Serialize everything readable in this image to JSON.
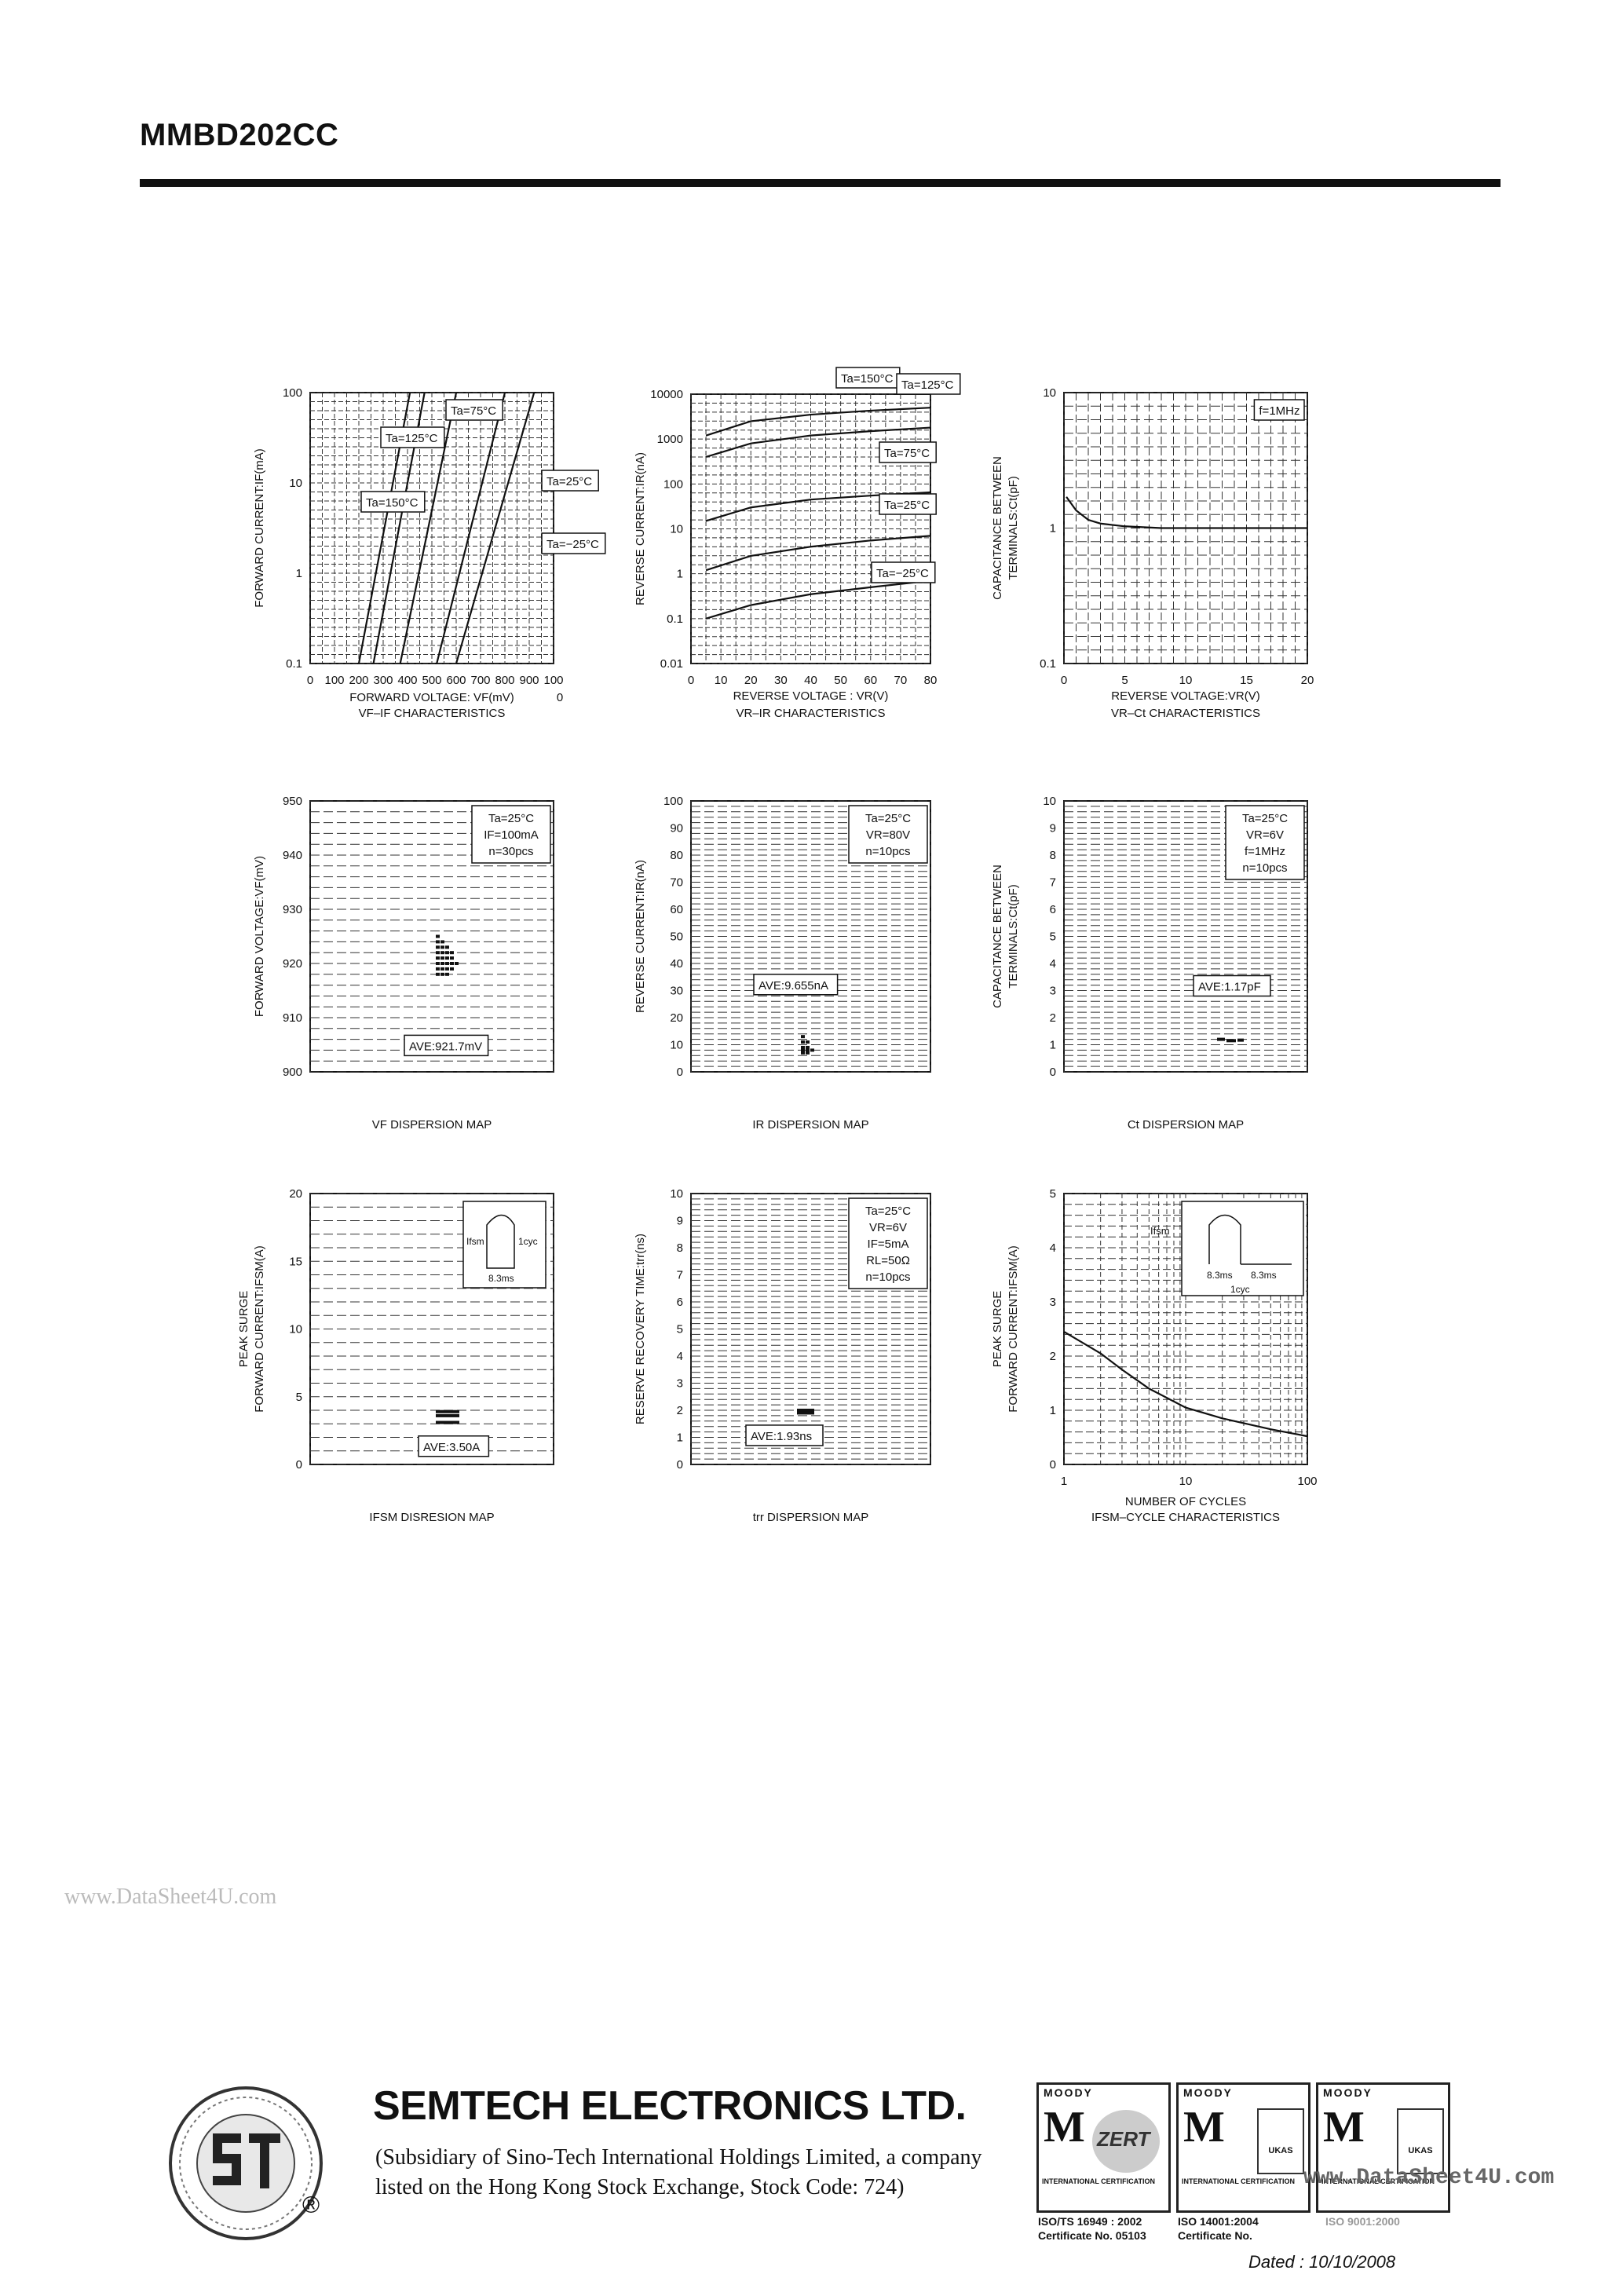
{
  "document": {
    "title": "MMBD202CC"
  },
  "charts": [
    {
      "id": "vf-if",
      "type": "line",
      "log_y": true,
      "yticks": [
        "100",
        "10",
        "1",
        "0.1"
      ],
      "xticks": [
        "0",
        "100",
        "200",
        "300",
        "400",
        "500",
        "600",
        "700",
        "800",
        "900",
        "100"
      ],
      "x_extra": "0",
      "ylabel": "FORWARD CURRENT:IF(mA)",
      "xlabel": "FORWARD VOLTAGE: VF(mV)",
      "subtitle": "VF–IF CHARACTERISTICS",
      "annotations": [
        "Ta=75°C",
        "Ta=125°C",
        "Ta=150°C",
        "Ta=25°C",
        "Ta=−25°C"
      ]
    },
    {
      "id": "vr-ir",
      "type": "line",
      "log_y": true,
      "yticks": [
        "10000",
        "1000",
        "100",
        "10",
        "1",
        "0.1",
        "0.01"
      ],
      "xticks": [
        "0",
        "10",
        "20",
        "30",
        "40",
        "50",
        "60",
        "70",
        "80"
      ],
      "ylabel": "REVERSE CURRENT:IR(nA)",
      "xlabel": "REVERSE VOLTAGE : VR(V)",
      "subtitle": "VR–IR CHARACTERISTICS",
      "annotations": [
        "Ta=150°C",
        "Ta=125°C",
        "Ta=75°C",
        "Ta=25°C",
        "Ta=−25°C"
      ]
    },
    {
      "id": "vr-ct",
      "type": "line",
      "log_y": true,
      "yticks": [
        "10",
        "1",
        "0.1"
      ],
      "xticks": [
        "0",
        "5",
        "10",
        "15",
        "20"
      ],
      "ylabel": "CAPACITANCE BETWEEN TERMINALS:Ct(pF)",
      "ylabel_lines": [
        "CAPACITANCE BETWEEN",
        "TERMINALS:Ct(pF)"
      ],
      "xlabel": "REVERSE VOLTAGE:VR(V)",
      "subtitle": "VR–Ct CHARACTERISTICS",
      "annotations": [
        "f=1MHz"
      ]
    },
    {
      "id": "vf-dispersion",
      "type": "scatter",
      "yticks": [
        "950",
        "940",
        "930",
        "920",
        "910",
        "900"
      ],
      "ylabel": "FORWARD VOLTAGE:VF(mV)",
      "subtitle": "VF DISPERSION MAP",
      "conditions": [
        "Ta=25°C",
        "IF=100mA",
        "n=30pcs"
      ],
      "average": "AVE:921.7mV"
    },
    {
      "id": "ir-dispersion",
      "type": "scatter",
      "yticks": [
        "100",
        "90",
        "80",
        "70",
        "60",
        "50",
        "40",
        "30",
        "20",
        "10",
        "0"
      ],
      "ylabel": "REVERSE CURRENT:IR(nA)",
      "subtitle": "IR DISPERSION MAP",
      "conditions": [
        "Ta=25°C",
        "VR=80V",
        "n=10pcs"
      ],
      "average": "AVE:9.655nA"
    },
    {
      "id": "ct-dispersion",
      "type": "scatter",
      "yticks": [
        "10",
        "9",
        "8",
        "7",
        "6",
        "5",
        "4",
        "3",
        "2",
        "1",
        "0"
      ],
      "ylabel": "CAPACITANCE BETWEEN TERMINALS:Ct(pF)",
      "ylabel_lines": [
        "CAPACITANCE BETWEEN",
        "TERMINALS:Ct(pF)"
      ],
      "subtitle": "Ct DISPERSION MAP",
      "conditions": [
        "Ta=25°C",
        "VR=6V",
        "f=1MHz",
        "n=10pcs"
      ],
      "average": "AVE:1.17pF"
    },
    {
      "id": "ifsm-dispersion",
      "type": "scatter",
      "yticks": [
        "20",
        "15",
        "10",
        "5",
        "0"
      ],
      "ylabel": "PEAK SURGE FORWARD CURRENT:IFSM(A)",
      "ylabel_lines": [
        "PEAK SURGE",
        "FORWARD CURRENT:IFSM(A)"
      ],
      "subtitle": "IFSM DISRESION MAP",
      "inset": {
        "ifsm": "Ifsm",
        "cycle": "1cyc",
        "time": "8.3ms"
      },
      "average": "AVE:3.50A"
    },
    {
      "id": "trr-dispersion",
      "type": "scatter",
      "yticks": [
        "10",
        "9",
        "8",
        "7",
        "6",
        "5",
        "4",
        "3",
        "2",
        "1",
        "0"
      ],
      "ylabel": "RESERVE RECOVERY TIME:trr(ns)",
      "subtitle": "trr DISPERSION MAP",
      "conditions": [
        "Ta=25°C",
        "VR=6V",
        "IF=5mA",
        "RL=50Ω",
        "n=10pcs"
      ],
      "average": "AVE:1.93ns"
    },
    {
      "id": "ifsm-cycle",
      "type": "line",
      "log_x": true,
      "yticks": [
        "5",
        "4",
        "3",
        "2",
        "1",
        "0"
      ],
      "xticks": [
        "1",
        "10",
        "100"
      ],
      "ylabel": "PEAK SURGE FORWARD CURRENT:IFSM(A)",
      "ylabel_lines": [
        "PEAK SURGE",
        "FORWARD CURRENT:IFSM(A)"
      ],
      "xlabel": "NUMBER OF CYCLES",
      "subtitle": "IFSM–CYCLE CHARACTERISTICS",
      "inset": {
        "ifsm": "Ifsm",
        "cycle": "1cyc",
        "time": "8.3ms",
        "time2": "8.3ms"
      }
    }
  ],
  "chart_data": [
    {
      "type": "line",
      "title": "",
      "xlabel": "FORWARD VOLTAGE: VF(mV)",
      "ylabel": "FORWARD CURRENT:IF(mA)",
      "xlim": [
        0,
        1000
      ],
      "ylim": [
        0.1,
        100
      ],
      "y_scale": "log",
      "series": [
        {
          "name": "Ta=150°C",
          "x": [
            200,
            410
          ],
          "y": [
            0.1,
            100
          ]
        },
        {
          "name": "Ta=125°C",
          "x": [
            260,
            470
          ],
          "y": [
            0.1,
            100
          ]
        },
        {
          "name": "Ta=75°C",
          "x": [
            370,
            600
          ],
          "y": [
            0.1,
            100
          ]
        },
        {
          "name": "Ta=25°C",
          "x": [
            520,
            800
          ],
          "y": [
            0.1,
            100
          ]
        },
        {
          "name": "Ta=−25°C",
          "x": [
            600,
            920
          ],
          "y": [
            0.1,
            100
          ]
        }
      ]
    },
    {
      "type": "line",
      "title": "",
      "xlabel": "REVERSE VOLTAGE : VR(V)",
      "ylabel": "REVERSE CURRENT:IR(nA)",
      "xlim": [
        0,
        80
      ],
      "ylim": [
        0.01,
        10000
      ],
      "y_scale": "log",
      "series": [
        {
          "name": "Ta=150°C",
          "x": [
            5,
            20,
            40,
            60,
            80
          ],
          "y": [
            1200,
            2500,
            3500,
            4300,
            5000
          ]
        },
        {
          "name": "Ta=125°C",
          "x": [
            5,
            20,
            40,
            60,
            80
          ],
          "y": [
            400,
            800,
            1200,
            1500,
            1800
          ]
        },
        {
          "name": "Ta=75°C",
          "x": [
            5,
            20,
            40,
            60,
            80
          ],
          "y": [
            15,
            30,
            45,
            55,
            65
          ]
        },
        {
          "name": "Ta=25°C",
          "x": [
            5,
            20,
            40,
            60,
            80
          ],
          "y": [
            1.2,
            2.5,
            4,
            5.5,
            7
          ]
        },
        {
          "name": "Ta=−25°C",
          "x": [
            5,
            20,
            40,
            60,
            80
          ],
          "y": [
            0.1,
            0.2,
            0.35,
            0.5,
            0.7
          ]
        }
      ]
    },
    {
      "type": "line",
      "title": "",
      "xlabel": "REVERSE VOLTAGE:VR(V)",
      "ylabel": "CAPACITANCE BETWEEN TERMINALS:Ct(pF)",
      "xlim": [
        0,
        20
      ],
      "ylim": [
        0.1,
        10
      ],
      "y_scale": "log",
      "series": [
        {
          "name": "f=1MHz",
          "x": [
            0.2,
            1,
            2,
            3,
            5,
            8,
            10,
            15,
            20
          ],
          "y": [
            1.7,
            1.35,
            1.15,
            1.08,
            1.03,
            1.0,
            1.0,
            1.0,
            1.0
          ]
        }
      ]
    },
    {
      "type": "scatter",
      "title": "VF DISPERSION MAP",
      "ylabel": "FORWARD VOLTAGE:VF(mV)",
      "ylim": [
        900,
        950
      ],
      "average": 921.7,
      "n": 30
    },
    {
      "type": "scatter",
      "title": "IR DISPERSION MAP",
      "ylabel": "REVERSE CURRENT:IR(nA)",
      "ylim": [
        0,
        100
      ],
      "average": 9.655,
      "n": 10
    },
    {
      "type": "scatter",
      "title": "Ct DISPERSION MAP",
      "ylabel": "CAPACITANCE BETWEEN TERMINALS:Ct(pF)",
      "ylim": [
        0,
        10
      ],
      "average": 1.17,
      "n": 10
    },
    {
      "type": "scatter",
      "title": "IFSM DISRESION MAP",
      "ylabel": "PEAK SURGE FORWARD CURRENT:IFSM(A)",
      "ylim": [
        0,
        20
      ],
      "average": 3.5
    },
    {
      "type": "scatter",
      "title": "trr DISPERSION MAP",
      "ylabel": "RESERVE RECOVERY TIME:trr(ns)",
      "ylim": [
        0,
        10
      ],
      "average": 1.93,
      "n": 10
    },
    {
      "type": "line",
      "title": "IFSM–CYCLE CHARACTERISTICS",
      "xlabel": "NUMBER OF CYCLES",
      "ylabel": "PEAK SURGE FORWARD CURRENT:IFSM(A)",
      "xlim": [
        1,
        100
      ],
      "ylim": [
        0,
        5
      ],
      "x_scale": "log",
      "series": [
        {
          "name": "",
          "x": [
            1,
            2,
            3,
            5,
            10,
            20,
            50,
            100
          ],
          "y": [
            2.45,
            2.05,
            1.75,
            1.4,
            1.05,
            0.85,
            0.65,
            0.52
          ]
        }
      ]
    }
  ],
  "footer": {
    "watermark_left": "www.DataSheet4U.com",
    "company": "SEMTECH ELECTRONICS LTD.",
    "subline1": "(Subsidiary of Sino-Tech International Holdings Limited, a company",
    "subline2": "listed on the Hong Kong Stock Exchange, Stock Code: 724)",
    "registered": "®",
    "cert_brand": "MOODY",
    "cert_mark": "M",
    "cert_caption": "INTERNATIONAL CERTIFICATION",
    "cert_zert": "ZERT",
    "cert_ukas": "UKAS",
    "cert1_line1": "ISO/TS 16949 : 2002",
    "cert1_line2": "Certificate No. 05103",
    "cert2_line1": "ISO 14001:2004",
    "cert2_line2": "Certificate No.",
    "cert3_line1": "ISO 9001:2000",
    "watermark_right": "www.DataSheet4U.com",
    "dated": "Dated : 10/10/2008"
  }
}
